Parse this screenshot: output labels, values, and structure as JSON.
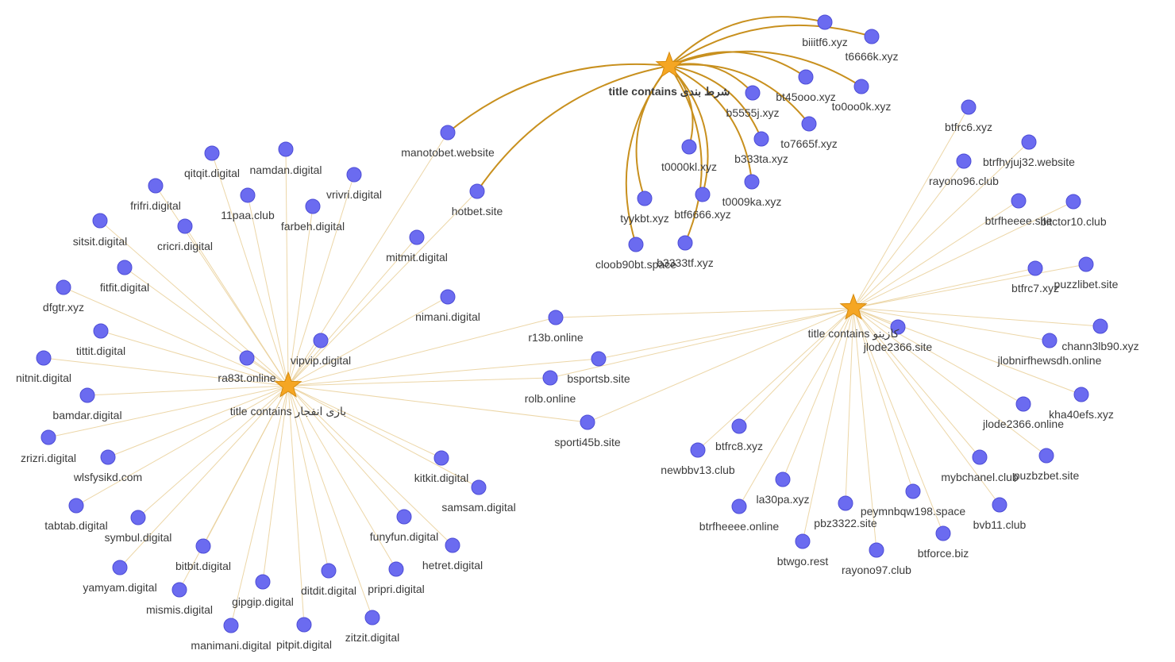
{
  "hubs": [
    {
      "id": "hub-shart",
      "label": "title contains شرط بندی",
      "bold": true
    },
    {
      "id": "hub-casino",
      "label": "title contains کازینو",
      "bold": false
    },
    {
      "id": "hub-enfejar",
      "label": "title contains بازی انفجار",
      "bold": false
    }
  ],
  "nodes": [
    {
      "label": "biiitf6.xyz",
      "hubs": [
        "hub-shart"
      ]
    },
    {
      "label": "t6666k.xyz",
      "hubs": [
        "hub-shart"
      ]
    },
    {
      "label": "bt45ooo.xyz",
      "hubs": [
        "hub-shart"
      ]
    },
    {
      "label": "to0oo0k.xyz",
      "hubs": [
        "hub-shart"
      ]
    },
    {
      "label": "b5555j.xyz",
      "hubs": [
        "hub-shart"
      ]
    },
    {
      "label": "to7665f.xyz",
      "hubs": [
        "hub-shart"
      ]
    },
    {
      "label": "b333ta.xyz",
      "hubs": [
        "hub-shart"
      ]
    },
    {
      "label": "t0000kl.xyz",
      "hubs": [
        "hub-shart"
      ]
    },
    {
      "label": "t0009ka.xyz",
      "hubs": [
        "hub-shart"
      ]
    },
    {
      "label": "tyykbt.xyz",
      "hubs": [
        "hub-shart"
      ]
    },
    {
      "label": "btf6666.xyz",
      "hubs": [
        "hub-shart"
      ]
    },
    {
      "label": "cloob90bt.space",
      "hubs": [
        "hub-shart"
      ]
    },
    {
      "label": "b3333tf.xyz",
      "hubs": [
        "hub-shart"
      ]
    },
    {
      "label": "manotobet.website",
      "hubs": [
        "hub-shart",
        "hub-enfejar"
      ]
    },
    {
      "label": "hotbet.site",
      "hubs": [
        "hub-shart",
        "hub-enfejar"
      ]
    },
    {
      "label": "btfrc6.xyz",
      "hubs": [
        "hub-casino"
      ]
    },
    {
      "label": "btrfhyjuj32.website",
      "hubs": [
        "hub-casino"
      ]
    },
    {
      "label": "rayono96.club",
      "hubs": [
        "hub-casino"
      ]
    },
    {
      "label": "btrfheeee.site",
      "hubs": [
        "hub-casino"
      ]
    },
    {
      "label": "bitctor10.club",
      "hubs": [
        "hub-casino"
      ]
    },
    {
      "label": "btfrc7.xyz",
      "hubs": [
        "hub-casino"
      ]
    },
    {
      "label": "puzzlibet.site",
      "hubs": [
        "hub-casino"
      ]
    },
    {
      "label": "jlode2366.site",
      "hubs": [
        "hub-casino"
      ]
    },
    {
      "label": "chann3lb90.xyz",
      "hubs": [
        "hub-casino"
      ]
    },
    {
      "label": "jlobnirfhewsdh.online",
      "hubs": [
        "hub-casino"
      ]
    },
    {
      "label": "kha40efs.xyz",
      "hubs": [
        "hub-casino"
      ]
    },
    {
      "label": "jlode2366.online",
      "hubs": [
        "hub-casino"
      ]
    },
    {
      "label": "mybchanel.club",
      "hubs": [
        "hub-casino"
      ]
    },
    {
      "label": "puzbzbet.site",
      "hubs": [
        "hub-casino"
      ]
    },
    {
      "label": "bvb11.club",
      "hubs": [
        "hub-casino"
      ]
    },
    {
      "label": "btforce.biz",
      "hubs": [
        "hub-casino"
      ]
    },
    {
      "label": "peymnbqw198.space",
      "hubs": [
        "hub-casino"
      ]
    },
    {
      "label": "rayono97.club",
      "hubs": [
        "hub-casino"
      ]
    },
    {
      "label": "pbz3322.site",
      "hubs": [
        "hub-casino"
      ]
    },
    {
      "label": "btwgo.rest",
      "hubs": [
        "hub-casino"
      ]
    },
    {
      "label": "la30pa.xyz",
      "hubs": [
        "hub-casino"
      ]
    },
    {
      "label": "btrfheeee.online",
      "hubs": [
        "hub-casino"
      ]
    },
    {
      "label": "btfrc8.xyz",
      "hubs": [
        "hub-casino"
      ]
    },
    {
      "label": "newbbv13.club",
      "hubs": [
        "hub-casino"
      ]
    },
    {
      "label": "r13b.online",
      "hubs": [
        "hub-casino",
        "hub-enfejar"
      ]
    },
    {
      "label": "bsportsb.site",
      "hubs": [
        "hub-casino",
        "hub-enfejar"
      ]
    },
    {
      "label": "rolb.online",
      "hubs": [
        "hub-casino",
        "hub-enfejar"
      ]
    },
    {
      "label": "sporti45b.site",
      "hubs": [
        "hub-casino",
        "hub-enfejar"
      ]
    },
    {
      "label": "qitqit.digital",
      "hubs": [
        "hub-enfejar"
      ]
    },
    {
      "label": "namdan.digital",
      "hubs": [
        "hub-enfejar"
      ]
    },
    {
      "label": "vrivri.digital",
      "hubs": [
        "hub-enfejar"
      ]
    },
    {
      "label": "frifri.digital",
      "hubs": [
        "hub-enfejar"
      ]
    },
    {
      "label": "11paa.club",
      "hubs": [
        "hub-enfejar"
      ]
    },
    {
      "label": "farbeh.digital",
      "hubs": [
        "hub-enfejar"
      ]
    },
    {
      "label": "sitsit.digital",
      "hubs": [
        "hub-enfejar"
      ]
    },
    {
      "label": "cricri.digital",
      "hubs": [
        "hub-enfejar"
      ]
    },
    {
      "label": "mitmit.digital",
      "hubs": [
        "hub-enfejar"
      ]
    },
    {
      "label": "fitfit.digital",
      "hubs": [
        "hub-enfejar"
      ]
    },
    {
      "label": "dfgtr.xyz",
      "hubs": [
        "hub-enfejar"
      ]
    },
    {
      "label": "nimani.digital",
      "hubs": [
        "hub-enfejar"
      ]
    },
    {
      "label": "tittit.digital",
      "hubs": [
        "hub-enfejar"
      ]
    },
    {
      "label": "vipvip.digital",
      "hubs": [
        "hub-enfejar"
      ]
    },
    {
      "label": "nitnit.digital",
      "hubs": [
        "hub-enfejar"
      ]
    },
    {
      "label": "ra83t.online",
      "hubs": [
        "hub-enfejar"
      ]
    },
    {
      "label": "bamdar.digital",
      "hubs": [
        "hub-enfejar"
      ]
    },
    {
      "label": "zrizri.digital",
      "hubs": [
        "hub-enfejar"
      ]
    },
    {
      "label": "wlsfysikd.com",
      "hubs": [
        "hub-enfejar"
      ]
    },
    {
      "label": "tabtab.digital",
      "hubs": [
        "hub-enfejar"
      ]
    },
    {
      "label": "symbul.digital",
      "hubs": [
        "hub-enfejar"
      ]
    },
    {
      "label": "bitbit.digital",
      "hubs": [
        "hub-enfejar"
      ]
    },
    {
      "label": "yamyam.digital",
      "hubs": [
        "hub-enfejar"
      ]
    },
    {
      "label": "mismis.digital",
      "hubs": [
        "hub-enfejar"
      ]
    },
    {
      "label": "gipgip.digital",
      "hubs": [
        "hub-enfejar"
      ]
    },
    {
      "label": "ditdit.digital",
      "hubs": [
        "hub-enfejar"
      ]
    },
    {
      "label": "manimani.digital",
      "hubs": [
        "hub-enfejar"
      ]
    },
    {
      "label": "pitpit.digital",
      "hubs": [
        "hub-enfejar"
      ]
    },
    {
      "label": "zitzit.digital",
      "hubs": [
        "hub-enfejar"
      ]
    },
    {
      "label": "pripri.digital",
      "hubs": [
        "hub-enfejar"
      ]
    },
    {
      "label": "hetret.digital",
      "hubs": [
        "hub-enfejar"
      ]
    },
    {
      "label": "funyfun.digital",
      "hubs": [
        "hub-enfejar"
      ]
    },
    {
      "label": "kitkit.digital",
      "hubs": [
        "hub-enfejar"
      ]
    },
    {
      "label": "samsam.digital",
      "hubs": [
        "hub-enfejar"
      ]
    }
  ],
  "colors": {
    "node": "#6b6bf0",
    "hub": "#f5a623",
    "edge_strong": "#c8901e",
    "edge_thin": "#e9cf98"
  }
}
